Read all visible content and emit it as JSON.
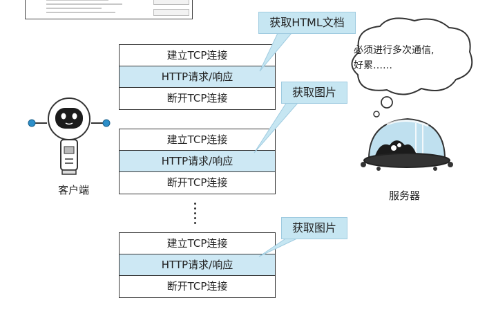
{
  "groups": [
    {
      "callout": "获取HTML文档",
      "rows": [
        "建立TCP连接",
        "HTTP请求/响应",
        "断开TCP连接"
      ]
    },
    {
      "callout": "获取图片",
      "rows": [
        "建立TCP连接",
        "HTTP请求/响应",
        "断开TCP连接"
      ]
    },
    {
      "callout": "获取图片",
      "rows": [
        "建立TCP连接",
        "HTTP请求/响应",
        "断开TCP连接"
      ]
    }
  ],
  "client": {
    "label": "客户端"
  },
  "server": {
    "label": "服务器",
    "thought_line1": "必须进行多次通信,",
    "thought_line2": "好累……"
  }
}
